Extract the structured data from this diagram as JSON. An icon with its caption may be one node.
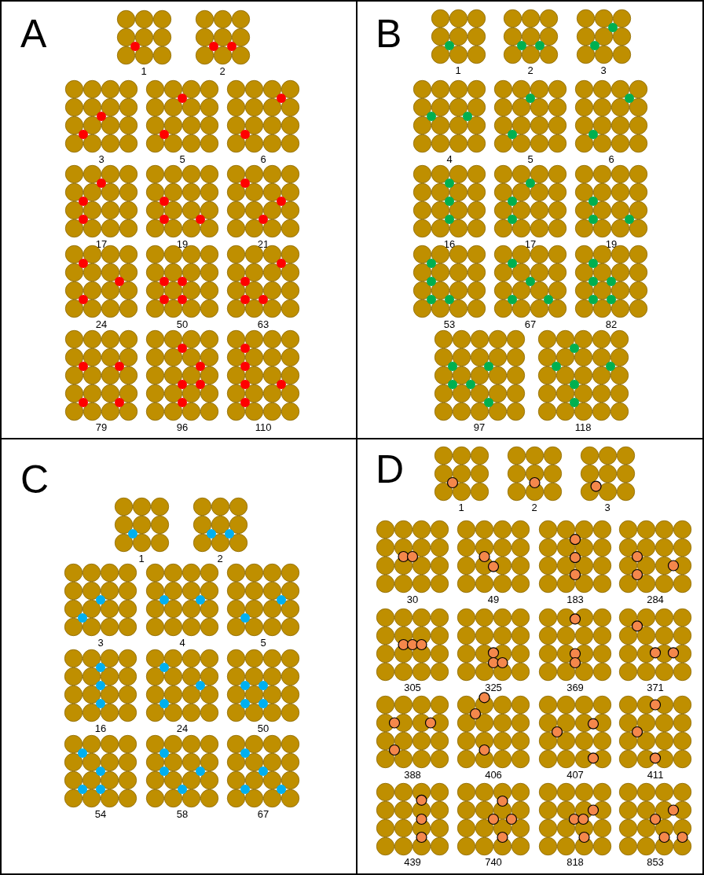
{
  "diagram": {
    "labels": [
      "A",
      "1",
      "2",
      "3",
      "5",
      "6",
      "17",
      "19",
      "21",
      "24",
      "50",
      "63",
      "79",
      "96",
      "110",
      "B",
      "1",
      "2",
      "3",
      "4",
      "5",
      "6",
      "16",
      "17",
      "19",
      "53",
      "67",
      "82",
      "97",
      "118",
      "C",
      "1",
      "2",
      "3",
      "4",
      "5",
      "16",
      "24",
      "50",
      "54",
      "58",
      "67",
      "D",
      "1",
      "2",
      "3",
      "30",
      "49",
      "183",
      "284",
      "305",
      "325",
      "369",
      "371",
      "388",
      "406",
      "407",
      "411",
      "439",
      "740",
      "818",
      "853"
    ]
  }
}
